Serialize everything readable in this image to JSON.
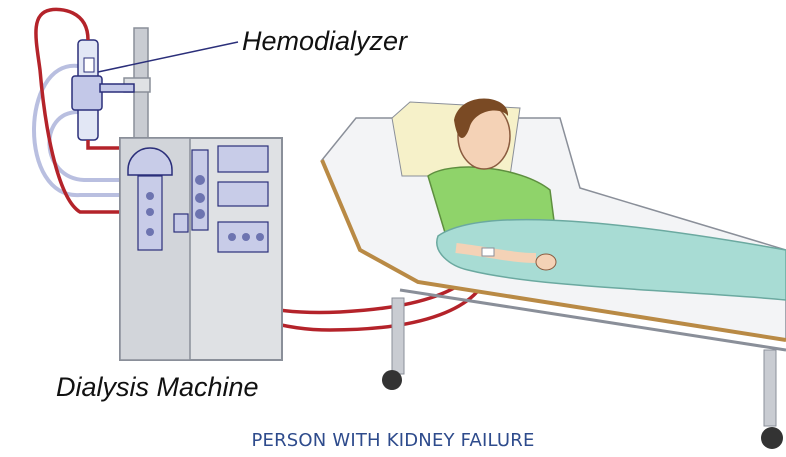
{
  "labels": {
    "hemodialyzer": "Hemodialyzer",
    "machine": "Dialysis Machine",
    "caption": "PERSON WITH KIDNEY FAILURE"
  },
  "colors": {
    "blood_line": "#b4232a",
    "dialysate_line": "#b9bfe0",
    "machine_body": "#dfe1e4",
    "machine_panel": "#cfd2d8",
    "blanket": "#a8dcd4",
    "shirt": "#8fd36a",
    "bed_frame": "#b98a45",
    "caption_text": "#2e4b8c"
  },
  "icons": [
    "hemodialyzer-icon",
    "dialysis-machine-icon",
    "patient-icon",
    "hospital-bed-icon",
    "iv-pole-icon"
  ]
}
